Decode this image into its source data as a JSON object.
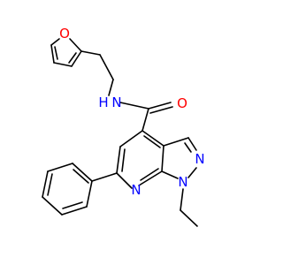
{
  "colors": {
    "background": "#ffffff",
    "bond": "#000000",
    "oxygen": "#ff0000",
    "nitrogen": "#0000ff"
  },
  "atoms": {
    "furan_oxygen": "O",
    "amide_nitrogen": "N",
    "amide_hydrogen": "H",
    "carbonyl_oxygen": "O",
    "pyrazole_n2": "N",
    "pyrazole_n1": "N",
    "pyridine_n7": "N"
  }
}
